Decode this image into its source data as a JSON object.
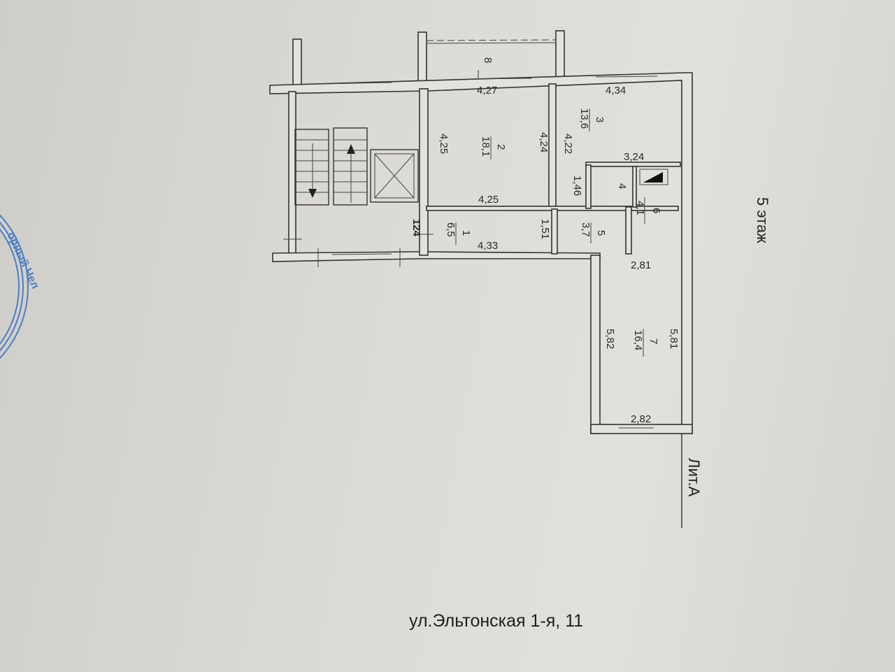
{
  "floor_label": "5 этаж",
  "letter_label": "Лит.А",
  "address": "ул.Эльтонская 1-я, 11",
  "entrance_dim": "124",
  "rooms": [
    {
      "number": "1",
      "area": "6,5"
    },
    {
      "number": "2",
      "area": "18,1"
    },
    {
      "number": "3",
      "area": "13,6"
    },
    {
      "number": "4",
      "area": ""
    },
    {
      "number": "5",
      "area": "3,7"
    },
    {
      "number": "6",
      "area": "4,1"
    },
    {
      "number": "7",
      "area": "16,4"
    },
    {
      "number": "8",
      "area": ""
    }
  ],
  "dimensions": {
    "room2_top": "4,27",
    "room2_left": "4,25",
    "room2_right": "4,24",
    "room2_bottom": "4,25",
    "room3_top": "4,34",
    "room3_left": "4,22",
    "room3_partition": "3,24",
    "room4_side": "1,46",
    "room1_bottom": "4,33",
    "room1_right": "1,51",
    "room7_top": "2,81",
    "room7_left": "5,82",
    "room7_right": "5,81",
    "room7_bottom": "2,82"
  },
  "stamp_text": "орный Чел",
  "colors": {
    "stamp": "#4d7fc4",
    "lines": "#333333",
    "paper": "#dcdad6"
  }
}
